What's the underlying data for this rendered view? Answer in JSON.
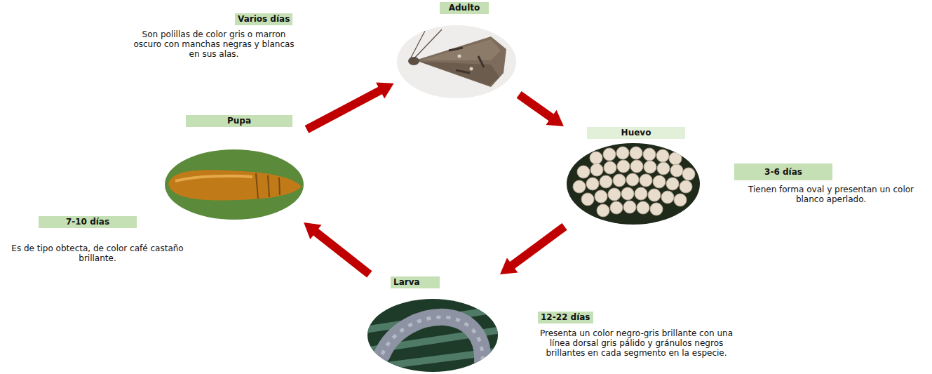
{
  "diagram": {
    "nodes": [
      {
        "text": [
          "Adulto"
        ]
      },
      {
        "text": [
          "Huevo"
        ]
      },
      {
        "text": [
          "Larva"
        ]
      },
      {
        "text": [
          "Pupa"
        ]
      },
      {
        "text": [
          "Varios días",
          "Son polillas de color gris o marron oscuro con manchas negras y blancas en sus alas."
        ]
      },
      {
        "text": [
          "3-6 días",
          "Tienen forma oval y presentan un color blanco aperlado."
        ]
      },
      {
        "text": [
          "12-22 días",
          "Presenta un color negro-gris brillante con una línea dorsal gris pálido y gránulos negros brillantes en cada segmento en la especie."
        ]
      },
      {
        "text": [
          "7-10 días",
          "Es de tipo obtecta, de color café castaño brillante."
        ]
      }
    ],
    "edges": [
      {
        "from": 0,
        "to": 1,
        "arrow": "to"
      },
      {
        "from": 1,
        "to": 2,
        "arrow": "to"
      },
      {
        "from": 2,
        "to": 3,
        "arrow": "to"
      },
      {
        "from": 3,
        "to": 0,
        "arrow": "to"
      }
    ]
  }
}
